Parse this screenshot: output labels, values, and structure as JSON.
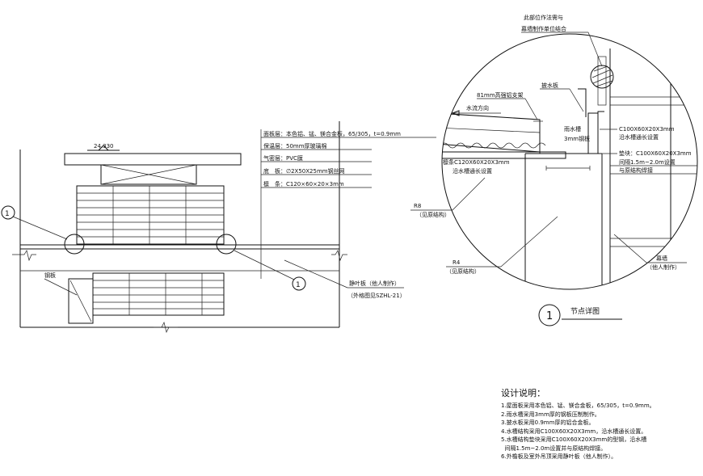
{
  "drawing": {
    "elevation_label": "24.330",
    "spec_lines": [
      "面板层：本色铝、锰、镁合金板，65/305，t=0.9mm",
      "保温层：50mm厚玻璃棉",
      "气密层：PVC膜",
      "底　板：∅2X50X25mm钢丝网",
      "檩　条：C120×60×20×3mm"
    ],
    "callout_1": "1",
    "left_label_steel": "钢板",
    "louver_label": "静叶板（他人制作）",
    "louver_ref": "（外格图见SZHL-21）",
    "detail": {
      "top_note_1": "此部位作法需与",
      "top_note_2": "幕墙制作单位结合",
      "bracket_label": "81mm高强铝支架",
      "flashing_label": "披水板",
      "flow_label": "水流方向",
      "gutter_label_1": "雨水槽",
      "gutter_label_2": "3mm钢板",
      "c100_label_1": "C100X60X20X3mm",
      "c100_label_2": "沿水槽通长设置",
      "pad_label_1": "垫块：C100X60X20X3mm",
      "pad_label_2": "间隔1.5m~2.0m设置",
      "pad_label_3": "与原结构焊接",
      "purlin_label_1": "檩条C120X60X20X3mm",
      "purlin_label_2": "沿水槽通长设置",
      "r8_label_1": "R8",
      "r8_label_2": "（见原结构）",
      "r4_label_1": "R4",
      "r4_label_2": "（见原结构）",
      "wall_label_1": "幕墙",
      "wall_label_2": "（他人制作）"
    },
    "detail_title_number": "1",
    "detail_title": "节点详图"
  },
  "notes": {
    "title": "设计说明：",
    "items": [
      "1.屋面板采用本色铝、锰、镁合金板，65/305，t=0.9mm。",
      "2.雨水槽采用3mm厚的钢板压制制作。",
      "3.披水板采用0.9mm厚的铝合金板。",
      "4.水槽结构采用C100X60X20X3mm，沿水槽通长设置。",
      "5.水槽结构垫块采用C100X60X20X3mm的型钢，沿水槽\n  间隔1.5m~2.0m设置并与原结构焊接。",
      "6.外檐板及室外吊顶采用静叶板（他人制作）。"
    ]
  }
}
